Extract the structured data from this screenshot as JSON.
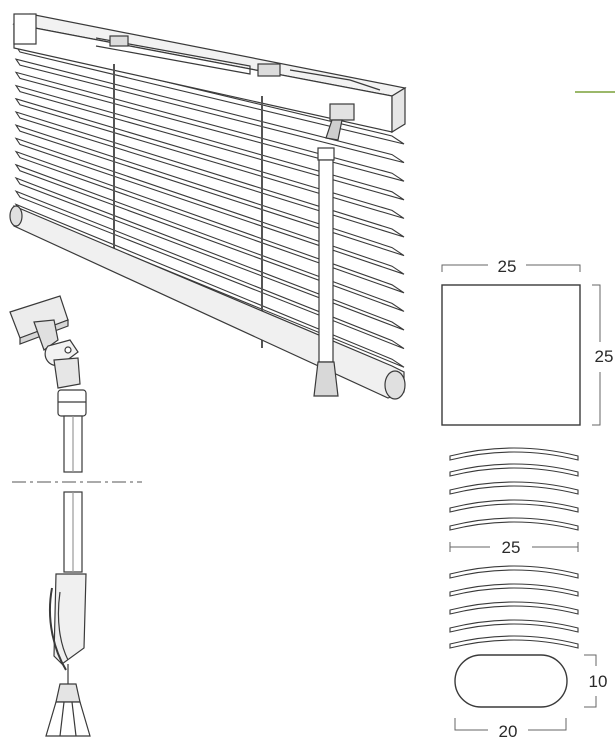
{
  "colors": {
    "line": "#3a3a3a",
    "accent_line": "#9bb86a",
    "fill_light": "#ffffff",
    "fill_shade": "#e8e8e8"
  },
  "dimensions": {
    "square_width": "25",
    "square_height": "25",
    "slat_width": "25",
    "rail_width": "20",
    "rail_height": "10"
  },
  "icons": {
    "blind_assembly": "venetian-blind-icon",
    "wand_detail": "tilt-wand-icon"
  }
}
